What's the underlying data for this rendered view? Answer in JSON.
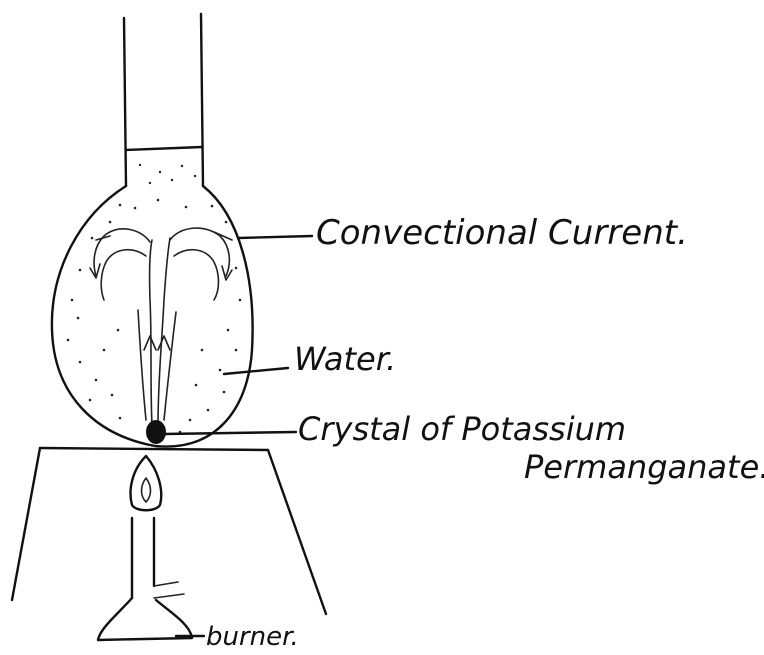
{
  "diagram": {
    "labels": {
      "convection": "Convectional Current.",
      "water": "Water.",
      "crystal_line1": "Crystal of Potassium",
      "crystal_line2": "Permanganate.",
      "burner": "burner."
    },
    "colors": {
      "ink": "#111111",
      "background": "#ffffff"
    }
  }
}
